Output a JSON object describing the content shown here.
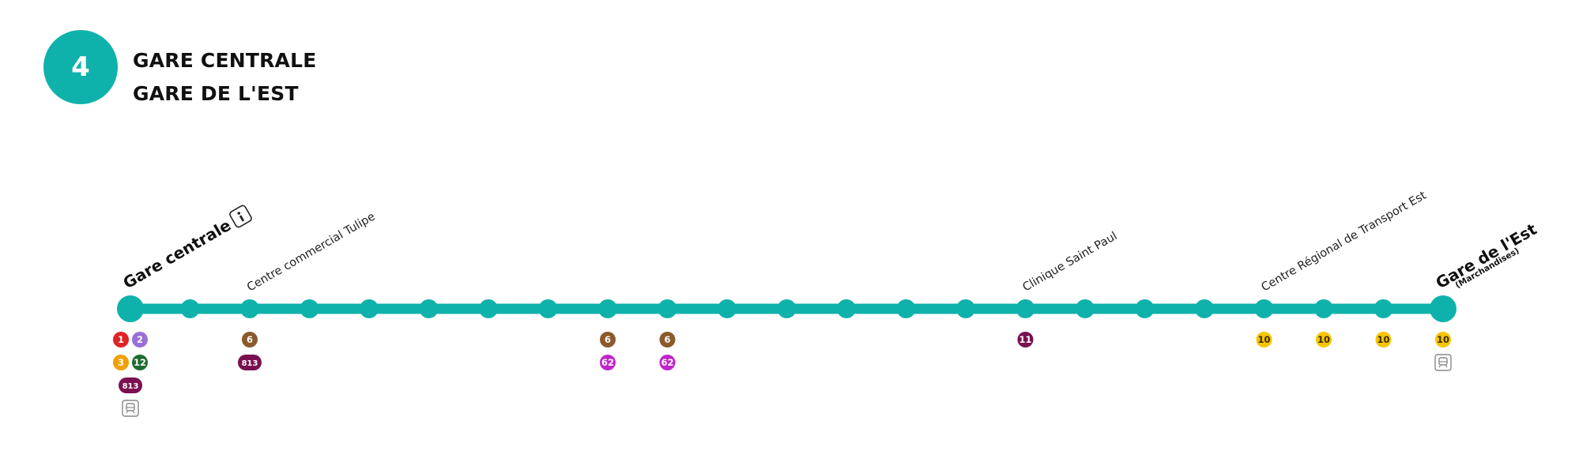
{
  "header": {
    "line_number": "4",
    "terminus_1": "GARE CENTRALE",
    "terminus_2": "GARE DE L'EST"
  },
  "colors": {
    "line": "#0fb2ab",
    "route_1": "#e02424",
    "route_2": "#9b6fd6",
    "route_3": "#f0a000",
    "route_6": "#8a5a2b",
    "route_10": "#f6c500",
    "route_11": "#7a1050",
    "route_12": "#1d6b2e",
    "route_62": "#c026c8",
    "route_813": "#7a1050"
  },
  "stops": [
    {
      "name": "Gare centrale",
      "major": true,
      "info_icon": true,
      "connections": [
        [
          "1",
          "2"
        ],
        [
          "3",
          "12"
        ],
        [
          "813"
        ]
      ],
      "train": true
    },
    {
      "name": "",
      "connections": []
    },
    {
      "name": "Centre commercial Tulipe",
      "connections": [
        [
          "6"
        ],
        [
          "813"
        ]
      ]
    },
    {
      "name": "",
      "connections": []
    },
    {
      "name": "",
      "connections": []
    },
    {
      "name": "",
      "connections": []
    },
    {
      "name": "",
      "connections": []
    },
    {
      "name": "",
      "connections": []
    },
    {
      "name": "",
      "connections": [
        [
          "6"
        ],
        [
          "62"
        ]
      ]
    },
    {
      "name": "",
      "connections": [
        [
          "6"
        ],
        [
          "62"
        ]
      ]
    },
    {
      "name": "",
      "connections": []
    },
    {
      "name": "",
      "connections": []
    },
    {
      "name": "",
      "connections": []
    },
    {
      "name": "",
      "connections": []
    },
    {
      "name": "",
      "connections": []
    },
    {
      "name": "Clinique Saint Paul",
      "connections": [
        [
          "11"
        ]
      ]
    },
    {
      "name": "",
      "connections": []
    },
    {
      "name": "",
      "connections": []
    },
    {
      "name": "",
      "connections": []
    },
    {
      "name": "Centre Régional de Transport Est",
      "connections": [
        [
          "10"
        ]
      ]
    },
    {
      "name": "",
      "connections": [
        [
          "10"
        ]
      ]
    },
    {
      "name": "",
      "connections": [
        [
          "10"
        ]
      ]
    },
    {
      "name": "Gare de l'Est",
      "subname": "(Marchandises)",
      "major": true,
      "connections": [
        [
          "10"
        ]
      ],
      "train": true
    }
  ],
  "icons": {
    "info": "info-icon",
    "train": "train-icon"
  }
}
